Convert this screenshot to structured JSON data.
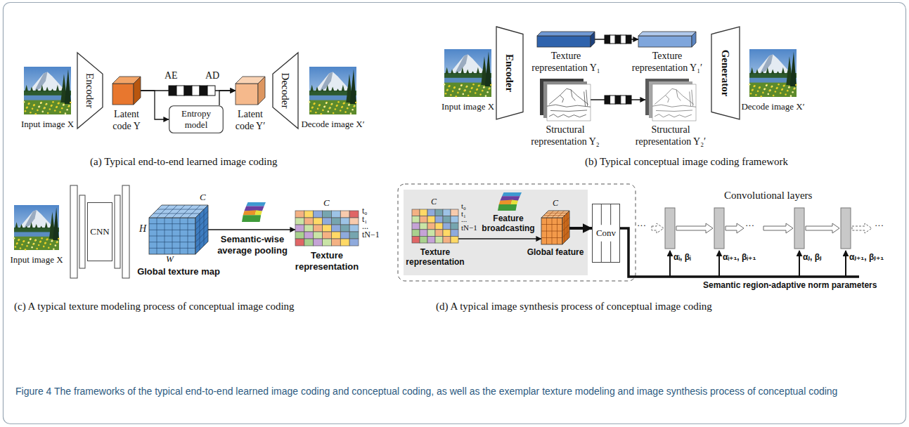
{
  "diagram": {
    "caption": "Figure 4 The frameworks of the typical end-to-end learned image coding and conceptual coding, as well as the exemplar texture modeling and image synthesis process of conceptual coding",
    "nodes": [
      {
        "text": [
          "Input image X"
        ]
      },
      {
        "text": [
          "Encoder"
        ]
      },
      {
        "text": [
          "Latent code Y"
        ]
      },
      {
        "text": [
          "Entropy model"
        ]
      },
      {
        "text": [
          "Latent code Y′"
        ]
      },
      {
        "text": [
          "Decoder"
        ]
      },
      {
        "text": [
          "Decode image X′"
        ]
      },
      {
        "text": [
          "Input image X"
        ]
      },
      {
        "text": [
          "Encoder"
        ]
      },
      {
        "text": [
          "Texture representation Y₁"
        ]
      },
      {
        "text": [
          "Structural representation Y₂"
        ]
      },
      {
        "text": [
          "Texture representation Y₁′"
        ]
      },
      {
        "text": [
          "Structural representation Y₂′"
        ]
      },
      {
        "text": [
          "Generator"
        ]
      },
      {
        "text": [
          "Decode image X′"
        ]
      },
      {
        "text": [
          "Input image X"
        ]
      },
      {
        "text": [
          "CNN"
        ]
      },
      {
        "text": [
          "Global texture map"
        ]
      },
      {
        "text": [
          "Texture representation"
        ]
      },
      {
        "text": [
          "Texture representation"
        ]
      },
      {
        "text": [
          "Global feature"
        ]
      },
      {
        "text": [
          "Conv"
        ]
      }
    ],
    "edges": [
      {
        "from": 2,
        "to": 4,
        "arrow": "to"
      },
      {
        "from": 2,
        "to": 3,
        "arrow": "to"
      },
      {
        "from": 3,
        "to": 4,
        "arrow": "to"
      },
      {
        "from": 9,
        "to": 11,
        "arrow": "to"
      },
      {
        "from": 10,
        "to": 12,
        "arrow": "to"
      },
      {
        "from": 17,
        "to": 18,
        "label": "Semantic-wise average pooling",
        "arrow": "to"
      },
      {
        "from": 19,
        "to": 20,
        "label": "Feature broadcasting",
        "arrow": "to"
      },
      {
        "from": 20,
        "to": 21,
        "arrow": "to"
      }
    ],
    "labels": [
      "AE",
      "AD",
      "(a) Typical end-to-end learned image coding",
      "(b) Typical conceptual image coding framework",
      "H",
      "W",
      "C",
      "C",
      "t₀",
      "t₁",
      "...",
      "tN−1",
      "(c) A typical texture modeling process of conceptual image coding",
      "C",
      "t₀",
      "t₁",
      "...",
      "tN−1",
      "C",
      "Convolutional layers",
      "···",
      "···",
      "···",
      "αᵢ, βᵢ",
      "αᵢ₊₁, βᵢ₊₁",
      "αⱼ, βⱼ",
      "αⱼ₊₁, βⱼ₊₁",
      "Semantic region-adaptive norm parameters",
      "(d) A typical image synthesis process of conceptual image coding"
    ]
  }
}
